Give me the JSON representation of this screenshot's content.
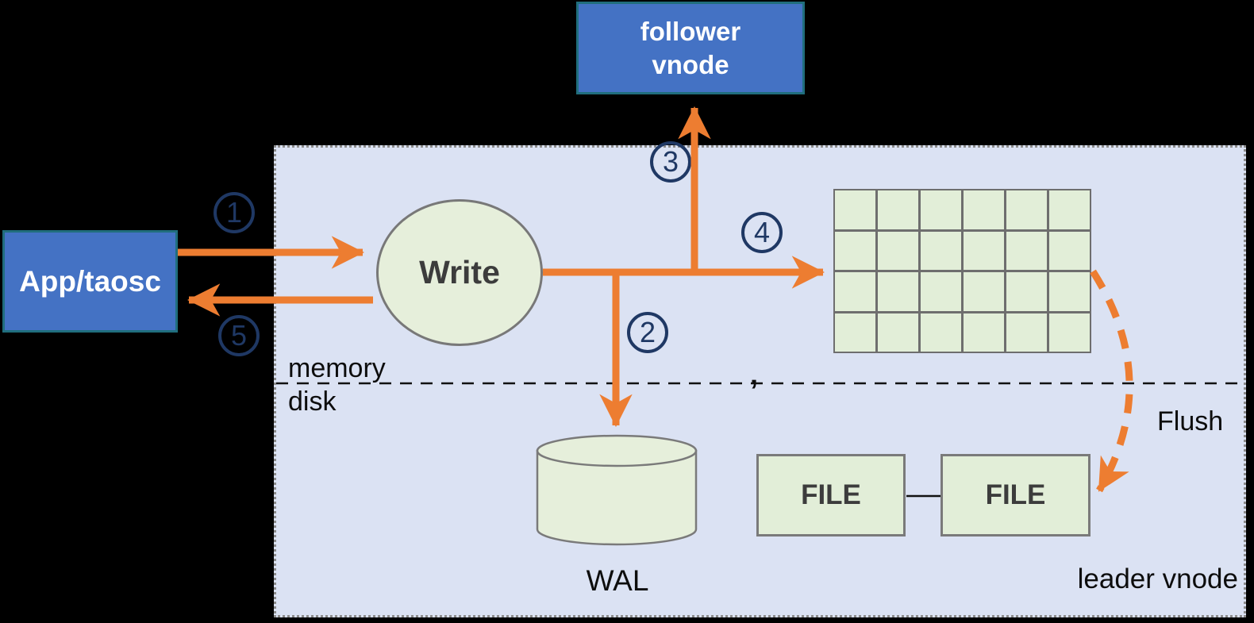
{
  "colors": {
    "background": "#000000",
    "leader_box_fill": "#dbe2f3",
    "node_blue": "#4472c4",
    "node_border_teal": "#206e7d",
    "light_green": "#e6efdb",
    "grid_green": "#e2eed8",
    "arrow_orange": "#ed7d31",
    "step_navy": "#1f3864"
  },
  "app_node": {
    "label": "App/taosc"
  },
  "follower_node": {
    "line1": "follower",
    "line2": "vnode"
  },
  "leader_node": {
    "label": "leader vnode"
  },
  "write_node": {
    "label": "Write"
  },
  "memtable": {
    "rows": 4,
    "cols": 6
  },
  "wal": {
    "label": "WAL"
  },
  "files": {
    "left": "FILE",
    "right": "FILE"
  },
  "zones": {
    "memory": "memory",
    "disk": "disk"
  },
  "flush": {
    "label": "Flush"
  },
  "steps": {
    "s1": "1",
    "s2": "2",
    "s3": "3",
    "s4": "4",
    "s5": "5"
  },
  "stray_mark": ","
}
